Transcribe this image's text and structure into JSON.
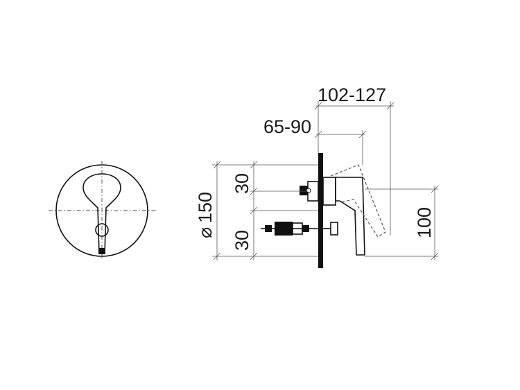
{
  "dimensions": {
    "top_range": "102-127",
    "mid_range": "65-90",
    "upper_offset": "30",
    "lower_offset": "30",
    "diameter": "150",
    "height": "100"
  },
  "symbols": {
    "diameter": "⌀"
  }
}
